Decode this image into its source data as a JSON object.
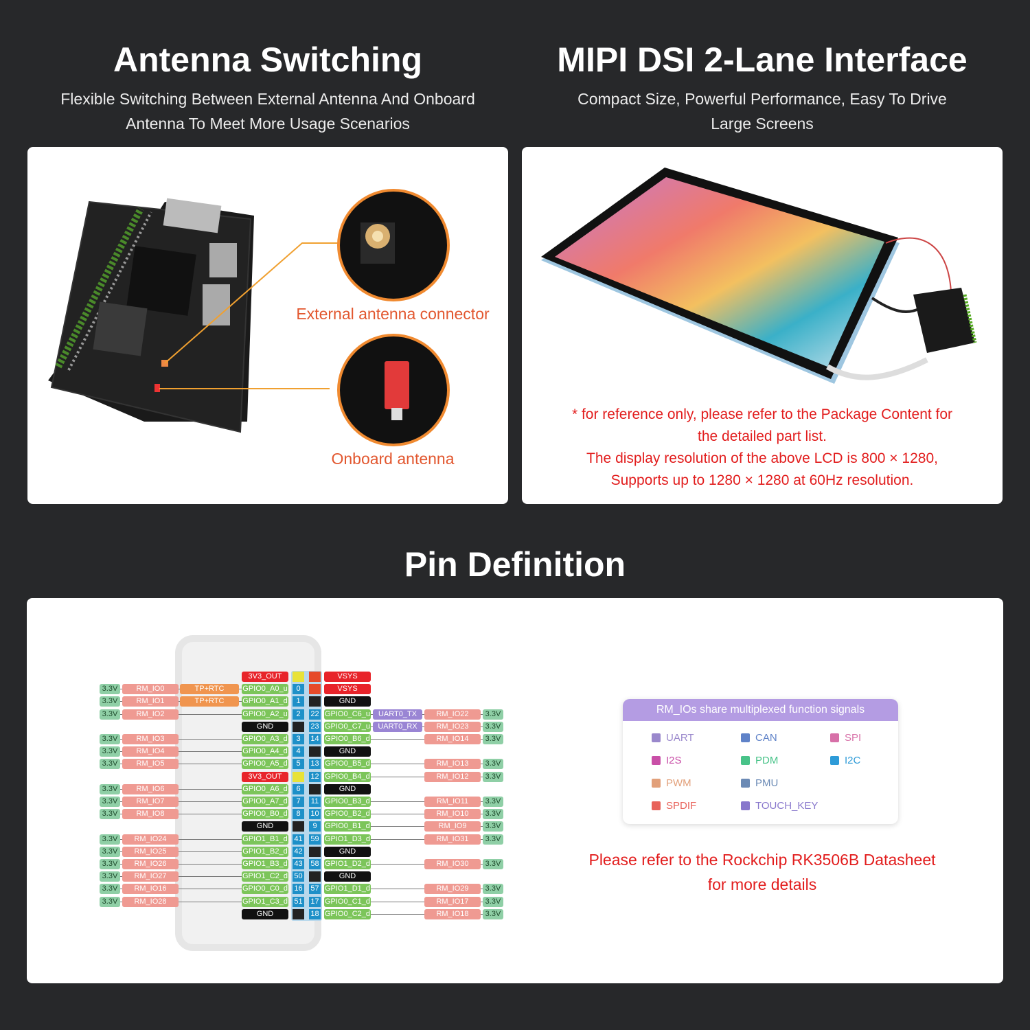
{
  "antenna": {
    "title": "Antenna Switching",
    "subtitle_line1": "Flexible Switching Between External Antenna And Onboard",
    "subtitle_line2": "Antenna To Meet More Usage Scenarios",
    "callout_external": "External antenna connector",
    "callout_onboard": "Onboard antenna",
    "accent": "#e2572f"
  },
  "mipi": {
    "title": "MIPI DSI 2-Lane Interface",
    "subtitle_line1": "Compact Size, Powerful Performance, Easy To Drive",
    "subtitle_line2": "Large Screens",
    "note_line1": "* for reference only, please refer to the Package Content for",
    "note_line2": "the detailed part list.",
    "note_line3": "The display resolution of the above LCD is 800 × 1280,",
    "note_line4": "Supports up to 1280 × 1280 at 60Hz resolution."
  },
  "pins": {
    "title": "Pin Definition",
    "rows": [
      {
        "l": {
          "gpio": "3V3_OUT",
          "gt": "red"
        },
        "lp": {
          "t": "",
          "k": "3v3"
        },
        "rp": {
          "t": "",
          "k": "5v"
        },
        "r": {
          "gpio": "VSYS",
          "gt": "red"
        }
      },
      {
        "l": {
          "v": "3.3V",
          "rm": "RM_IO0",
          "fn": "TP+RTC",
          "ft": "orange",
          "gpio": "GPIO0_A0_u",
          "gt": "g"
        },
        "lp": {
          "t": "0",
          "k": "n"
        },
        "rp": {
          "t": "",
          "k": "5v"
        },
        "r": {
          "gpio": "VSYS",
          "gt": "red"
        }
      },
      {
        "l": {
          "v": "3.3V",
          "rm": "RM_IO1",
          "fn": "TP+RTC",
          "ft": "orange",
          "gpio": "GPIO0_A1_d",
          "gt": "g"
        },
        "lp": {
          "t": "1",
          "k": "n"
        },
        "rp": {
          "t": "",
          "k": "gnd"
        },
        "r": {
          "gpio": "GND",
          "gt": "gnd"
        }
      },
      {
        "l": {
          "v": "3.3V",
          "rm": "RM_IO2",
          "gpio": "GPIO0_A2_u",
          "gt": "g"
        },
        "lp": {
          "t": "2",
          "k": "n"
        },
        "rp": {
          "t": "22",
          "k": "n"
        },
        "r": {
          "gpio": "GPIO0_C6_u",
          "gt": "g",
          "fn": "UART0_TX",
          "ft": "purple",
          "rm": "RM_IO22",
          "v": "3.3V"
        }
      },
      {
        "l": {
          "gpio": "GND",
          "gt": "gnd"
        },
        "lp": {
          "t": "",
          "k": "gnd"
        },
        "rp": {
          "t": "23",
          "k": "n"
        },
        "r": {
          "gpio": "GPIO0_C7_u",
          "gt": "g",
          "fn": "UART0_RX",
          "ft": "purple",
          "rm": "RM_IO23",
          "v": "3.3V"
        }
      },
      {
        "l": {
          "v": "3.3V",
          "rm": "RM_IO3",
          "gpio": "GPIO0_A3_d",
          "gt": "g"
        },
        "lp": {
          "t": "3",
          "k": "n"
        },
        "rp": {
          "t": "14",
          "k": "n"
        },
        "r": {
          "gpio": "GPIO0_B6_d",
          "gt": "g",
          "rm": "RM_IO14",
          "v": "3.3V"
        }
      },
      {
        "l": {
          "v": "3.3V",
          "rm": "RM_IO4",
          "gpio": "GPIO0_A4_d",
          "gt": "g"
        },
        "lp": {
          "t": "4",
          "k": "n"
        },
        "rp": {
          "t": "",
          "k": "gnd"
        },
        "r": {
          "gpio": "GND",
          "gt": "gnd"
        }
      },
      {
        "l": {
          "v": "3.3V",
          "rm": "RM_IO5",
          "gpio": "GPIO0_A5_d",
          "gt": "g"
        },
        "lp": {
          "t": "5",
          "k": "n"
        },
        "rp": {
          "t": "13",
          "k": "n"
        },
        "r": {
          "gpio": "GPIO0_B5_d",
          "gt": "g",
          "rm": "RM_IO13",
          "v": "3.3V"
        }
      },
      {
        "l": {
          "gpio": "3V3_OUT",
          "gt": "red"
        },
        "lp": {
          "t": "",
          "k": "3v3"
        },
        "rp": {
          "t": "12",
          "k": "n"
        },
        "r": {
          "gpio": "GPIO0_B4_d",
          "gt": "g",
          "rm": "RM_IO12",
          "v": "3.3V"
        }
      },
      {
        "l": {
          "v": "3.3V",
          "rm": "RM_IO6",
          "gpio": "GPIO0_A6_d",
          "gt": "g"
        },
        "lp": {
          "t": "6",
          "k": "n"
        },
        "rp": {
          "t": "",
          "k": "gnd"
        },
        "r": {
          "gpio": "GND",
          "gt": "gnd"
        }
      },
      {
        "l": {
          "v": "3.3V",
          "rm": "RM_IO7",
          "gpio": "GPIO0_A7_d",
          "gt": "g"
        },
        "lp": {
          "t": "7",
          "k": "n"
        },
        "rp": {
          "t": "11",
          "k": "n"
        },
        "r": {
          "gpio": "GPIO0_B3_d",
          "gt": "g",
          "rm": "RM_IO11",
          "v": "3.3V"
        }
      },
      {
        "l": {
          "v": "3.3V",
          "rm": "RM_IO8",
          "gpio": "GPIO0_B0_d",
          "gt": "g"
        },
        "lp": {
          "t": "8",
          "k": "n"
        },
        "rp": {
          "t": "10",
          "k": "n"
        },
        "r": {
          "gpio": "GPIO0_B2_d",
          "gt": "g",
          "rm": "RM_IO10",
          "v": "3.3V"
        }
      },
      {
        "l": {
          "gpio": "GND",
          "gt": "gnd"
        },
        "lp": {
          "t": "",
          "k": "gnd"
        },
        "rp": {
          "t": "9",
          "k": "n"
        },
        "r": {
          "gpio": "GPIO0_B1_d",
          "gt": "g",
          "rm": "RM_IO9",
          "v": "3.3V"
        }
      },
      {
        "l": {
          "v": "3.3V",
          "rm": "RM_IO24",
          "gpio": "GPIO1_B1_d",
          "gt": "g"
        },
        "lp": {
          "t": "41",
          "k": "n"
        },
        "rp": {
          "t": "59",
          "k": "n"
        },
        "r": {
          "gpio": "GPIO1_D3_d",
          "gt": "g",
          "rm": "RM_IO31",
          "v": "3.3V"
        }
      },
      {
        "l": {
          "v": "3.3V",
          "rm": "RM_IO25",
          "gpio": "GPIO1_B2_d",
          "gt": "g"
        },
        "lp": {
          "t": "42",
          "k": "n"
        },
        "rp": {
          "t": "",
          "k": "gnd"
        },
        "r": {
          "gpio": "GND",
          "gt": "gnd"
        }
      },
      {
        "l": {
          "v": "3.3V",
          "rm": "RM_IO26",
          "gpio": "GPIO1_B3_d",
          "gt": "g"
        },
        "lp": {
          "t": "43",
          "k": "n"
        },
        "rp": {
          "t": "58",
          "k": "n"
        },
        "r": {
          "gpio": "GPIO1_D2_d",
          "gt": "g",
          "rm": "RM_IO30",
          "v": "3.3V"
        }
      },
      {
        "l": {
          "v": "3.3V",
          "rm": "RM_IO27",
          "gpio": "GPIO1_C2_d",
          "gt": "g"
        },
        "lp": {
          "t": "50",
          "k": "n"
        },
        "rp": {
          "t": "",
          "k": "gnd"
        },
        "r": {
          "gpio": "GND",
          "gt": "gnd"
        }
      },
      {
        "l": {
          "v": "3.3V",
          "rm": "RM_IO16",
          "gpio": "GPIO0_C0_d",
          "gt": "g"
        },
        "lp": {
          "t": "16",
          "k": "n"
        },
        "rp": {
          "t": "57",
          "k": "n"
        },
        "r": {
          "gpio": "GPIO1_D1_d",
          "gt": "g",
          "rm": "RM_IO29",
          "v": "3.3V"
        }
      },
      {
        "l": {
          "v": "3.3V",
          "rm": "RM_IO28",
          "gpio": "GPIO1_C3_d",
          "gt": "g"
        },
        "lp": {
          "t": "51",
          "k": "n"
        },
        "rp": {
          "t": "17",
          "k": "n"
        },
        "r": {
          "gpio": "GPIO0_C1_d",
          "gt": "g",
          "rm": "RM_IO17",
          "v": "3.3V"
        }
      },
      {
        "l": {
          "gpio": "GND",
          "gt": "gnd"
        },
        "lp": {
          "t": "",
          "k": "gnd"
        },
        "rp": {
          "t": "18",
          "k": "n"
        },
        "r": {
          "gpio": "GPIO0_C2_d",
          "gt": "g",
          "rm": "RM_IO18",
          "v": "3.3V"
        }
      }
    ],
    "legend": {
      "title": "RM_IOs share multiplexed function signals",
      "items": [
        {
          "label": "UART",
          "color": "#9a88cc"
        },
        {
          "label": "CAN",
          "color": "#5f82c8"
        },
        {
          "label": "SPI",
          "color": "#d770a8"
        },
        {
          "label": "I2S",
          "color": "#c94fa7"
        },
        {
          "label": "PDM",
          "color": "#48c389"
        },
        {
          "label": "I2C",
          "color": "#2e9bd8"
        },
        {
          "label": "PWM",
          "color": "#e2a07a"
        },
        {
          "label": "PMU",
          "color": "#6b8ab5"
        },
        {
          "label": "SPDIF",
          "color": "#e8625a"
        },
        {
          "label": "TOUCH_KEY",
          "color": "#8877cc"
        }
      ]
    },
    "note_line1": "Please refer to the Rockchip RK3506B Datasheet",
    "note_line2": "for more details"
  }
}
